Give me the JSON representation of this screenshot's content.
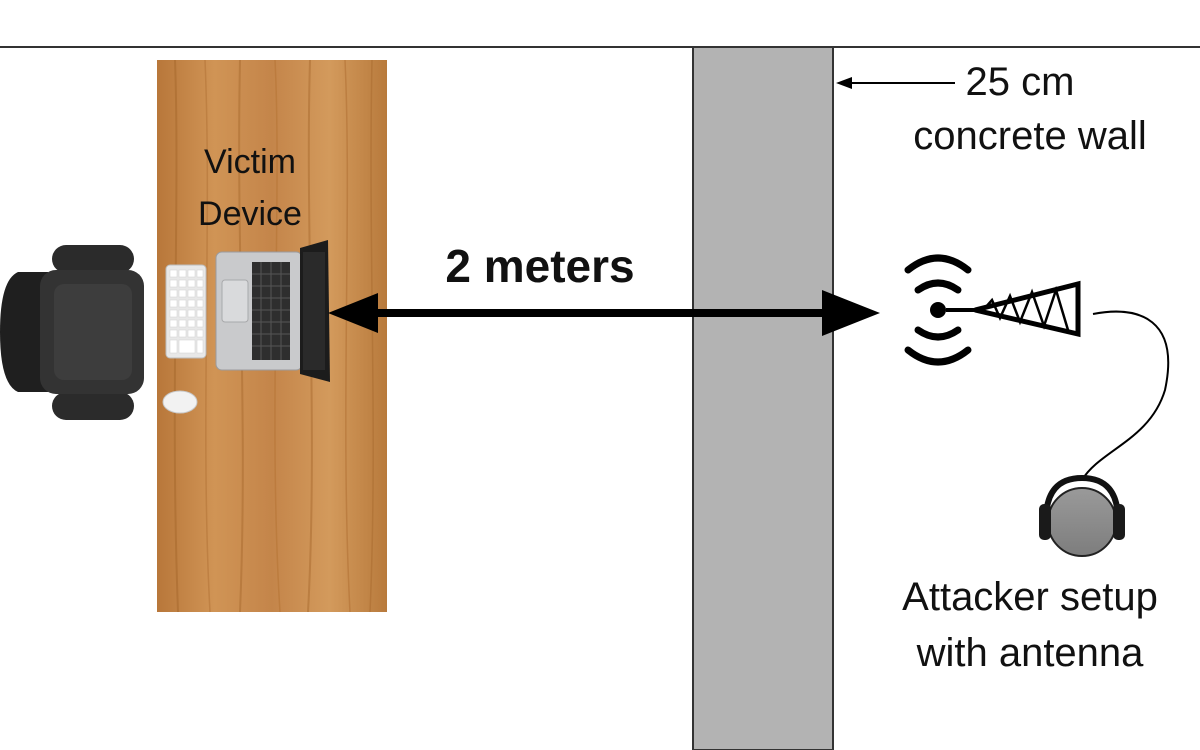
{
  "labels": {
    "victim_line1": "Victim",
    "victim_line2": "Device",
    "distance": "2 meters",
    "wall_line1": "25 cm",
    "wall_line2": "concrete wall",
    "attacker_line1": "Attacker setup",
    "attacker_line2": "with antenna"
  },
  "colors": {
    "wall": "#b3b3b3",
    "desk": "#c98c4a",
    "desk_dark": "#a86a2e",
    "arrow": "#000000",
    "chair": "#2b2b2b"
  }
}
